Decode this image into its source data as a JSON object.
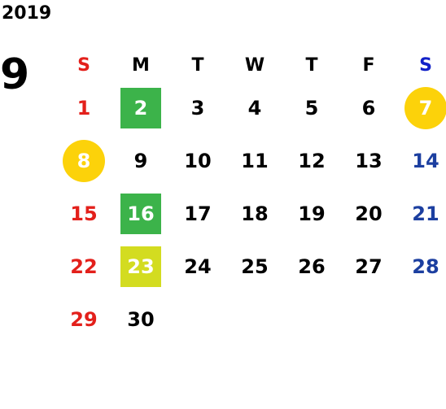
{
  "calendar": {
    "year": "2019",
    "month": "9",
    "weekdays": [
      "S",
      "M",
      "T",
      "W",
      "T",
      "F",
      "S"
    ],
    "weeks": [
      [
        {
          "day": "1"
        },
        {
          "day": "2",
          "mark": "green"
        },
        {
          "day": "3"
        },
        {
          "day": "4"
        },
        {
          "day": "5"
        },
        {
          "day": "6"
        },
        {
          "day": "7",
          "mark": "circle"
        }
      ],
      [
        {
          "day": "8",
          "mark": "circle"
        },
        {
          "day": "9"
        },
        {
          "day": "10"
        },
        {
          "day": "11"
        },
        {
          "day": "12"
        },
        {
          "day": "13"
        },
        {
          "day": "14"
        }
      ],
      [
        {
          "day": "15"
        },
        {
          "day": "16",
          "mark": "green"
        },
        {
          "day": "17"
        },
        {
          "day": "18"
        },
        {
          "day": "19"
        },
        {
          "day": "20"
        },
        {
          "day": "21"
        }
      ],
      [
        {
          "day": "22"
        },
        {
          "day": "23",
          "mark": "lime"
        },
        {
          "day": "24"
        },
        {
          "day": "25"
        },
        {
          "day": "26"
        },
        {
          "day": "27"
        },
        {
          "day": "28"
        }
      ],
      [
        {
          "day": "29"
        },
        {
          "day": "30"
        },
        {
          "day": ""
        },
        {
          "day": ""
        },
        {
          "day": ""
        },
        {
          "day": ""
        },
        {
          "day": ""
        }
      ]
    ],
    "colors": {
      "sunday": "#e3201b",
      "saturday": "#1c3fa0",
      "saturday_header": "#1221c8",
      "highlight_green": "#3cb34a",
      "highlight_lime": "#d3dc20",
      "highlight_circle": "#fcd20a"
    }
  }
}
